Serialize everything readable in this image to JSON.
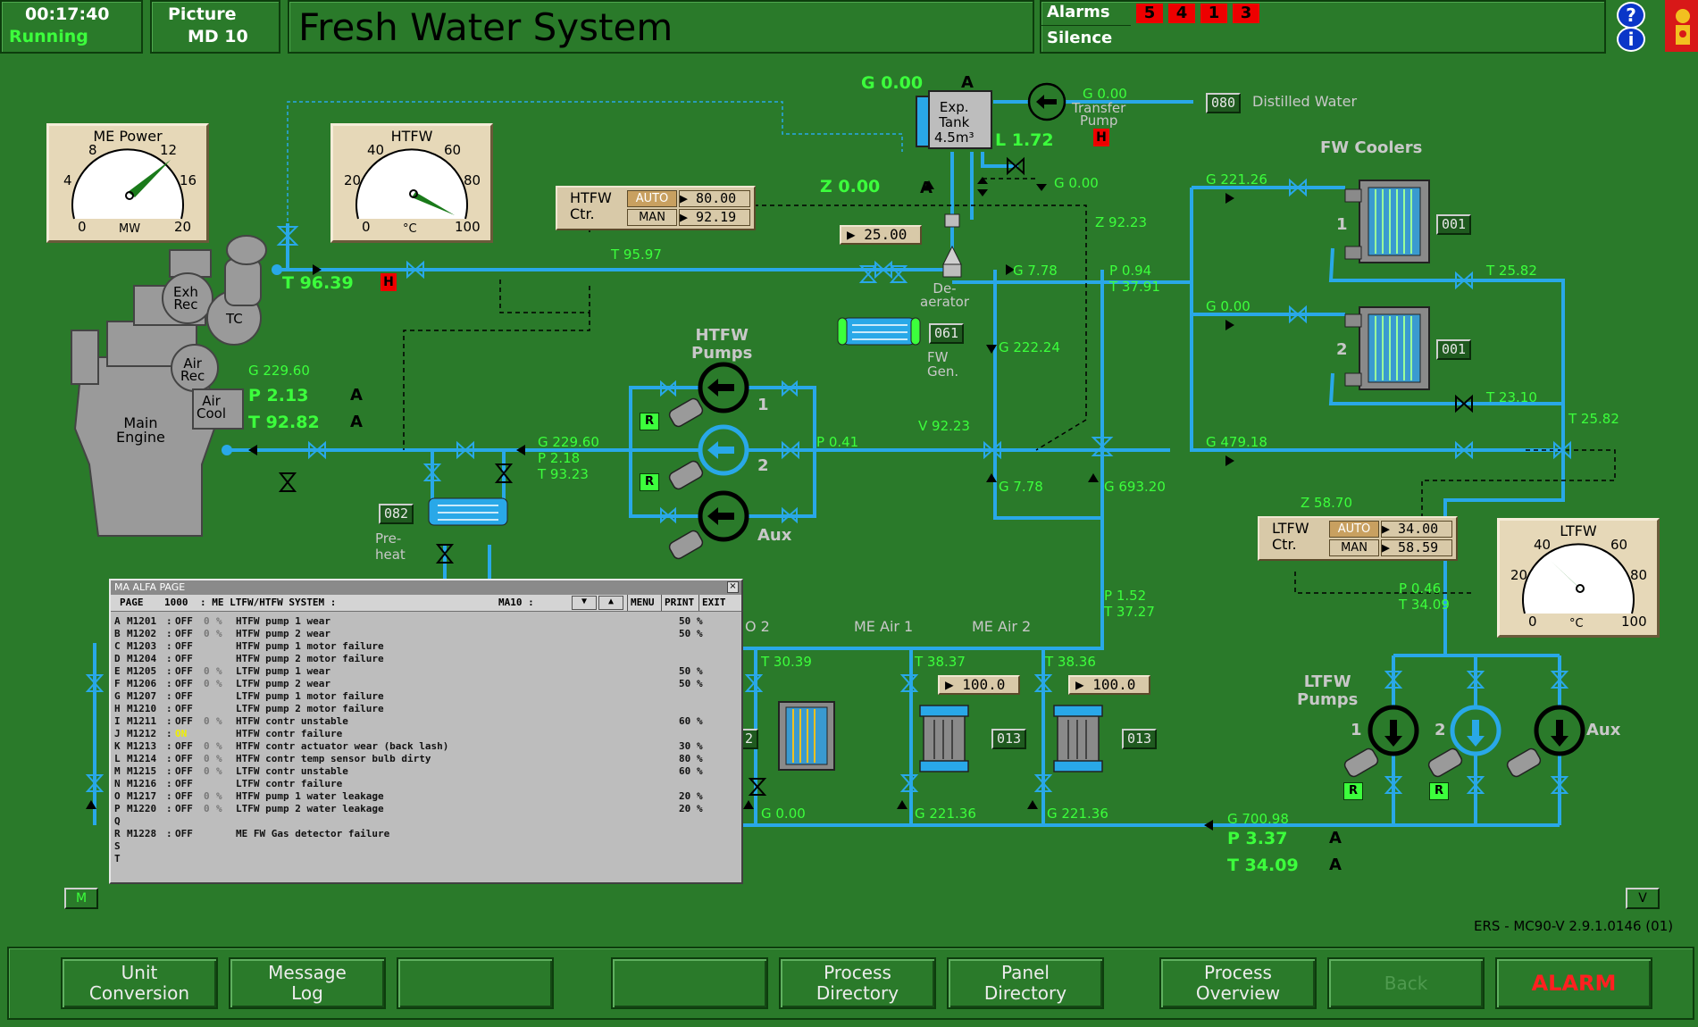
{
  "header": {
    "time": "00:17:40",
    "status": "Running",
    "picture_label": "Picture",
    "picture_id": "MD 10",
    "title": "Fresh Water System",
    "alarms_label": "Alarms",
    "silence_label": "Silence",
    "alarm_counts": [
      "5",
      "4",
      "1",
      "3"
    ],
    "help_glyph": "?",
    "info_glyph": "i"
  },
  "gauges": {
    "me_power": {
      "title": "ME Power",
      "unit": "MW",
      "ticks": [
        "0",
        "4",
        "8",
        "12",
        "16",
        "20"
      ]
    },
    "htfw": {
      "title": "HTFW",
      "unit": "°C",
      "ticks": [
        "0",
        "20",
        "40",
        "60",
        "80",
        "100"
      ]
    },
    "ltfw": {
      "title": "LTFW",
      "unit": "°C",
      "ticks": [
        "0",
        "20",
        "40",
        "60",
        "80",
        "100"
      ]
    }
  },
  "engine": {
    "main": "Main\nEngine",
    "exh_rec": "Exh\nRec",
    "tc": "TC",
    "air_rec": "Air\nRec",
    "air_cool": "Air\nCool"
  },
  "readings": {
    "t_96_39": "T 96.39",
    "g_229_60_top": "G 229.60",
    "p_2_13": "P 2.13",
    "t_92_82": "T 92.82",
    "a1": "A",
    "a2": "A",
    "t_95_97": "T 95.97",
    "g_0_00_exp": "G 0.00",
    "l_1_72": "L 1.72",
    "z_0_00": "Z 0.00",
    "a_exp": "A",
    "a_exp2": "A",
    "g_0_00_tp": "G 0.00",
    "g_0_00_v": "G 0.00",
    "z_92_23": "Z 92.23",
    "g_7_78_a": "G 7.78",
    "p_0_94": "P 0.94",
    "t_37_91": "T 37.91",
    "g_222_24": "G 222.24",
    "v_92_23": "V 92.23",
    "g_7_78_b": "G 7.78",
    "g_693_20": "G 693.20",
    "g_229_60_mid": "G 229.60",
    "p_2_18": "P 2.18",
    "t_93_23": "T 93.23",
    "p_0_41": "P 0.41",
    "g_221_26": "G 221.26",
    "g_0_00_c2": "G 0.00",
    "g_479_18": "G 479.18",
    "t_25_82_a": "T 25.82",
    "t_23_10": "T 23.10",
    "t_25_82_b": "T 25.82",
    "z_58_70": "Z 58.70",
    "p_0_46": "P 0.46",
    "t_34_09_s": "T 34.09",
    "p_1_52": "P 1.52",
    "t_37_27": "T 37.27",
    "t_30_39": "T 30.39",
    "t_38_37": "T 38.37",
    "t_38_36": "T 38.36",
    "g_0_00_b": "G 0.00",
    "g_221_36_a": "G 221.36",
    "g_221_36_b": "G 221.36",
    "g_700_98": "G 700.98",
    "p_3_37": "P 3.37",
    "t_34_09": "T 34.09",
    "a3": "A",
    "a4": "A",
    "h": "H"
  },
  "labels": {
    "exp_tank": "Exp.\nTank\n4.5m³",
    "transfer_pump": "Transfer\nPump",
    "distilled_water": "Distilled Water",
    "fw_coolers": "FW Coolers",
    "deaerator": "De-\naerator",
    "fw_gen": "FW\nGen.",
    "htfw_pumps": "HTFW\nPumps",
    "ltfw_pumps": "LTFW\nPumps",
    "preheat": "Pre-\nheat",
    "pump1": "1",
    "pump2": "2",
    "aux": "Aux",
    "cool1": "1",
    "cool2": "2",
    "me_air1": "ME Air 1",
    "me_air2": "ME Air 2",
    "o2": "O 2",
    "r": "R",
    "version": "ERS - MC90-V 2.9.1.0146 (01)",
    "m_btn": "M",
    "v_btn": "V"
  },
  "tags": {
    "t080": "080",
    "t061": "061",
    "t001a": "001",
    "t001b": "001",
    "t082": "082",
    "t013a": "013",
    "t013b": "013",
    "t2": "2"
  },
  "setpoints": {
    "deaer": "▶ 25.00",
    "air1": "▶ 100.0",
    "air2": "▶ 100.0"
  },
  "controllers": {
    "htfw": {
      "name": "HTFW\nCtr.",
      "auto": "AUTO",
      "man": "MAN",
      "sp": "▶ 80.00",
      "out": "▶ 92.19"
    },
    "ltfw": {
      "name": "LTFW\nCtr.",
      "auto": "AUTO",
      "man": "MAN",
      "sp": "▶ 34.00",
      "out": "▶ 58.59"
    }
  },
  "alfa": {
    "window_title": "MA ALFA PAGE",
    "page_label": "PAGE",
    "page_no": "1000",
    "page_name": ": ME LTFW/HTFW SYSTEM :",
    "page_code": "MA10 :",
    "menu": "MENU",
    "print": "PRINT",
    "exit": "EXIT",
    "rows": [
      {
        "k": "A",
        "tag": "M1201",
        "st": "OFF",
        "v": "0",
        "u": "%",
        "desc": "HTFW pump 1 wear",
        "lim": "50",
        "lu": "%"
      },
      {
        "k": "B",
        "tag": "M1202",
        "st": "OFF",
        "v": "0",
        "u": "%",
        "desc": "HTFW pump 2 wear",
        "lim": "50",
        "lu": "%"
      },
      {
        "k": "C",
        "tag": "M1203",
        "st": "OFF",
        "v": "",
        "u": "",
        "desc": "HTFW pump 1 motor failure",
        "lim": "",
        "lu": ""
      },
      {
        "k": "D",
        "tag": "M1204",
        "st": "OFF",
        "v": "",
        "u": "",
        "desc": "HTFW pump 2 motor failure",
        "lim": "",
        "lu": ""
      },
      {
        "k": "E",
        "tag": "M1205",
        "st": "OFF",
        "v": "0",
        "u": "%",
        "desc": "LTFW pump 1 wear",
        "lim": "50",
        "lu": "%"
      },
      {
        "k": "F",
        "tag": "M1206",
        "st": "OFF",
        "v": "0",
        "u": "%",
        "desc": "LTFW pump 2 wear",
        "lim": "50",
        "lu": "%"
      },
      {
        "k": "G",
        "tag": "M1207",
        "st": "OFF",
        "v": "",
        "u": "",
        "desc": "LTFW pump 1 motor failure",
        "lim": "",
        "lu": ""
      },
      {
        "k": "H",
        "tag": "M1210",
        "st": "OFF",
        "v": "",
        "u": "",
        "desc": "LTFW pump 2 motor failure",
        "lim": "",
        "lu": ""
      },
      {
        "k": "I",
        "tag": "M1211",
        "st": "OFF",
        "v": "0",
        "u": "%",
        "desc": "HTFW contr unstable",
        "lim": "60",
        "lu": "%"
      },
      {
        "k": "J",
        "tag": "M1212",
        "st": "ON",
        "v": "",
        "u": "",
        "desc": "HTFW contr failure",
        "lim": "",
        "lu": ""
      },
      {
        "k": "K",
        "tag": "M1213",
        "st": "OFF",
        "v": "0",
        "u": "%",
        "desc": "HTFW contr actuator wear (back lash)",
        "lim": "30",
        "lu": "%"
      },
      {
        "k": "L",
        "tag": "M1214",
        "st": "OFF",
        "v": "0",
        "u": "%",
        "desc": "HTFW contr temp sensor bulb dirty",
        "lim": "80",
        "lu": "%"
      },
      {
        "k": "M",
        "tag": "M1215",
        "st": "OFF",
        "v": "0",
        "u": "%",
        "desc": "LTFW contr unstable",
        "lim": "60",
        "lu": "%"
      },
      {
        "k": "N",
        "tag": "M1216",
        "st": "OFF",
        "v": "",
        "u": "",
        "desc": "LTFW contr failure",
        "lim": "",
        "lu": ""
      },
      {
        "k": "O",
        "tag": "M1217",
        "st": "OFF",
        "v": "0",
        "u": "%",
        "desc": "HTFW pump 1 water leakage",
        "lim": "20",
        "lu": "%"
      },
      {
        "k": "P",
        "tag": "M1220",
        "st": "OFF",
        "v": "0",
        "u": "%",
        "desc": "LTFW pump 2 water leakage",
        "lim": "20",
        "lu": "%"
      },
      {
        "k": "Q",
        "tag": "",
        "st": "",
        "v": "",
        "u": "",
        "desc": "",
        "lim": "",
        "lu": ""
      },
      {
        "k": "R",
        "tag": "M1228",
        "st": "OFF",
        "v": "",
        "u": "",
        "desc": "ME FW Gas detector failure",
        "lim": "",
        "lu": ""
      },
      {
        "k": "S",
        "tag": "",
        "st": "",
        "v": "",
        "u": "",
        "desc": "",
        "lim": "",
        "lu": ""
      },
      {
        "k": "T",
        "tag": "",
        "st": "",
        "v": "",
        "u": "",
        "desc": "",
        "lim": "",
        "lu": ""
      }
    ]
  },
  "buttons": {
    "unit_conversion": "Unit\nConversion",
    "message_log": "Message\nLog",
    "blank1": "",
    "blank2": "",
    "process_directory": "Process\nDirectory",
    "panel_directory": "Panel\nDirectory",
    "process_overview": "Process\nOverview",
    "back": "Back",
    "alarm": "ALARM"
  },
  "colors": {
    "background": "#2a7a2a",
    "pipe": "#29a8e8",
    "reading": "#3cff3c",
    "alarm": "#e00000"
  }
}
